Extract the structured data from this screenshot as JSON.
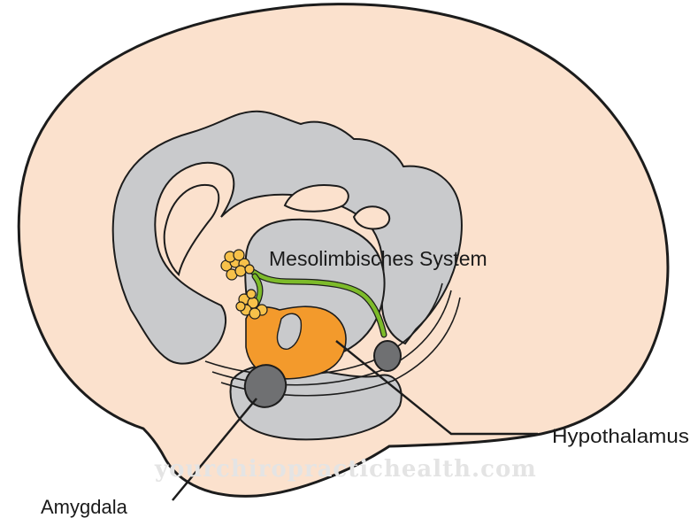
{
  "diagram": {
    "labels": {
      "system": "Mesolimbisches System",
      "hypothalamus": "Hypothalamus",
      "amygdala": "Amygdala"
    },
    "watermark": "yourchiropractichealth.com"
  },
  "colors": {
    "brain_fill": "#fbe1cd",
    "limbic_gray": "#c9cacc",
    "outline": "#1c1c1c",
    "orange_structure": "#f39a2c",
    "pathway_green": "#7dbb2a",
    "cluster_yellow": "#f7c14a",
    "node_dark_gray": "#6f7072",
    "watermark": "#e4e4e4"
  }
}
